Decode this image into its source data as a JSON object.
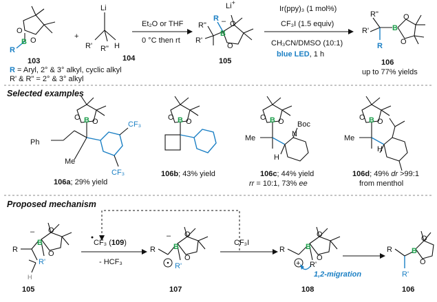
{
  "top_scheme": {
    "reagent_103": {
      "label": "103",
      "R": "R",
      "B": "B",
      "O": "O"
    },
    "plus": "+",
    "reagent_104": {
      "label": "104",
      "Li": "Li",
      "R1": "R'",
      "R2": "R\"",
      "H": "H"
    },
    "substrate_note_line1_key": "R",
    "substrate_note_line1": " = Aryl, 2° & 3° alkyl, cyclic alkyl",
    "substrate_note_line2": "R' & R\" =  2° & 3° alkyl",
    "step1": {
      "reagent": "Et₂O or THF",
      "conditions": "0 °C then rt"
    },
    "intermediate_105": {
      "label": "105",
      "Li": "Li",
      "plus": "+",
      "minus": "–",
      "R": "R",
      "R1": "R'",
      "R2": "R\"",
      "B": "B",
      "O": "O"
    },
    "step2": {
      "catalyst": "Ir(ppy)₃ (1 mol%)",
      "reagent": "CF₃I (1.5 equiv)",
      "solvent": "CH₃CN/DMSO (10:1)",
      "light": "blue LED",
      "time": ", 1 h"
    },
    "product_106": {
      "label": "106",
      "yield": "up to 77% yields",
      "R": "R",
      "R1": "R'",
      "R2": "R\"",
      "B": "B",
      "O": "O"
    }
  },
  "selected_examples": {
    "header": "Selected examples",
    "items": [
      {
        "id": "106a",
        "caption": "; 29% yield",
        "labels": {
          "Ph": "Ph",
          "Me": "Me",
          "CF3a": "CF₃",
          "CF3b": "CF₃"
        }
      },
      {
        "id": "106b",
        "caption": "; 43% yield"
      },
      {
        "id": "106c",
        "caption": "; 44% yield",
        "line2_rr": "rr",
        "line2": " = 10:1, 73% ",
        "line2_ee": "ee",
        "labels": {
          "N": "N",
          "Boc": "Boc",
          "Me": "Me",
          "H": "H"
        }
      },
      {
        "id": "106d",
        "caption": "; 49% ",
        "caption_dr": "dr",
        "caption_tail": " >99:1",
        "line2": "from menthol",
        "labels": {
          "Me": "Me",
          "H": "H"
        }
      }
    ]
  },
  "mechanism": {
    "header": "Proposed mechanism",
    "radical_reagent": "CF₃ (",
    "radical_reagent_num": "109",
    "radical_reagent_close": ")",
    "byproduct": "- HCF₃",
    "cf3i": "CF₃I",
    "migration": "1,2-migration",
    "species": [
      {
        "label": "105",
        "R": "R",
        "R1": "R'",
        "H": "H",
        "B": "B",
        "O": "O",
        "minus": "–"
      },
      {
        "label": "107",
        "R": "R",
        "R1": "R'",
        "B": "B",
        "O": "O",
        "minus": "–"
      },
      {
        "label": "108",
        "R": "R",
        "R1": "R'",
        "B": "B",
        "O": "O",
        "plus": "+"
      },
      {
        "label": "106",
        "R": "R",
        "R1": "R'",
        "B": "B",
        "O": "O"
      }
    ]
  },
  "colors": {
    "blue": "#1a7fc4",
    "green": "#1c9e4b",
    "text": "#111111"
  }
}
